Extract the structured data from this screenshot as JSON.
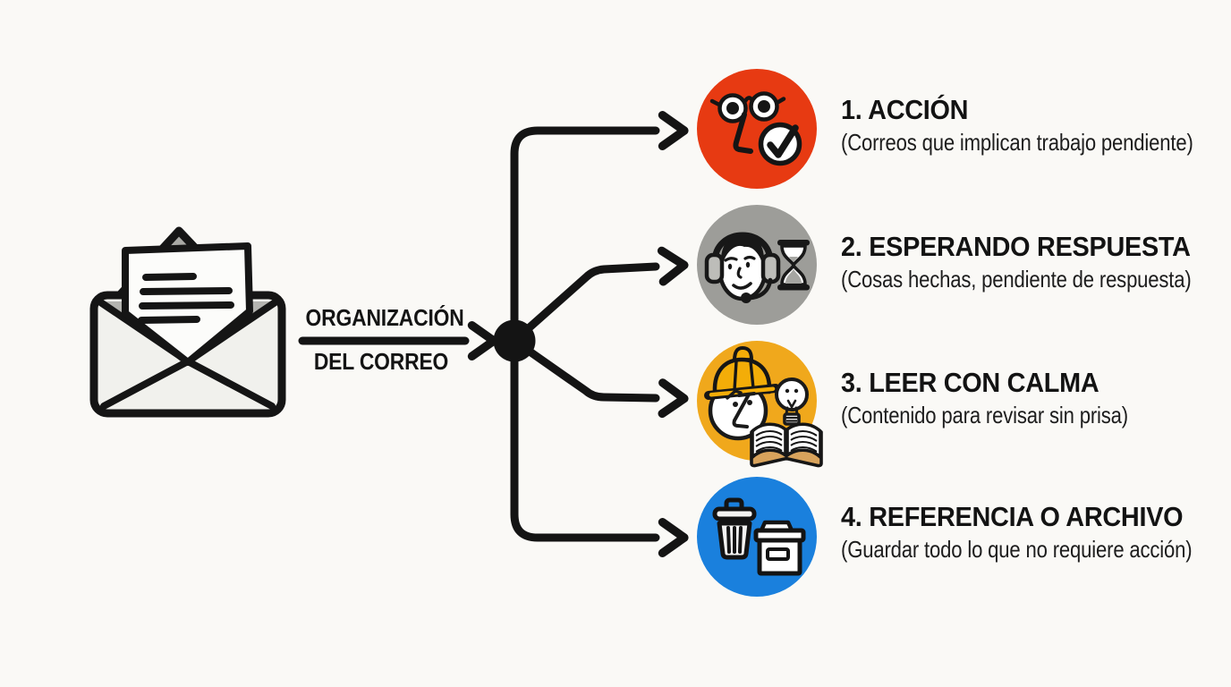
{
  "canvas": {
    "background": "#faf9f6",
    "ink": "#141414"
  },
  "source": {
    "icon": "open-envelope-with-letter-icon"
  },
  "flow": {
    "label_line1": "ORGANIZACIÓN",
    "label_line2": "DEL CORREO",
    "arrow_icon": "right-arrow-icon"
  },
  "categories": [
    {
      "title": "1. ACCIÓN",
      "subtitle": "(Correos que implican trabajo pendiente)",
      "color": "#e73a12",
      "icon": "face-with-glasses-and-checkmark-icon"
    },
    {
      "title": "2. ESPERANDO RESPUESTA",
      "subtitle": "(Cosas hechas, pendiente de respuesta)",
      "color": "#9d9d99",
      "icon": "support-agent-with-hourglass-icon"
    },
    {
      "title": "3. LEER CON CALMA",
      "subtitle": "(Contenido para revisar sin prisa)",
      "color": "#f0a81c",
      "icon": "hardhat-face-lightbulb-open-book-icon"
    },
    {
      "title": "4. REFERENCIA O ARCHIVO",
      "subtitle": "(Guardar todo lo que no requiere acción)",
      "color": "#1a80dd",
      "icon": "trash-can-and-archive-box-icon"
    }
  ]
}
